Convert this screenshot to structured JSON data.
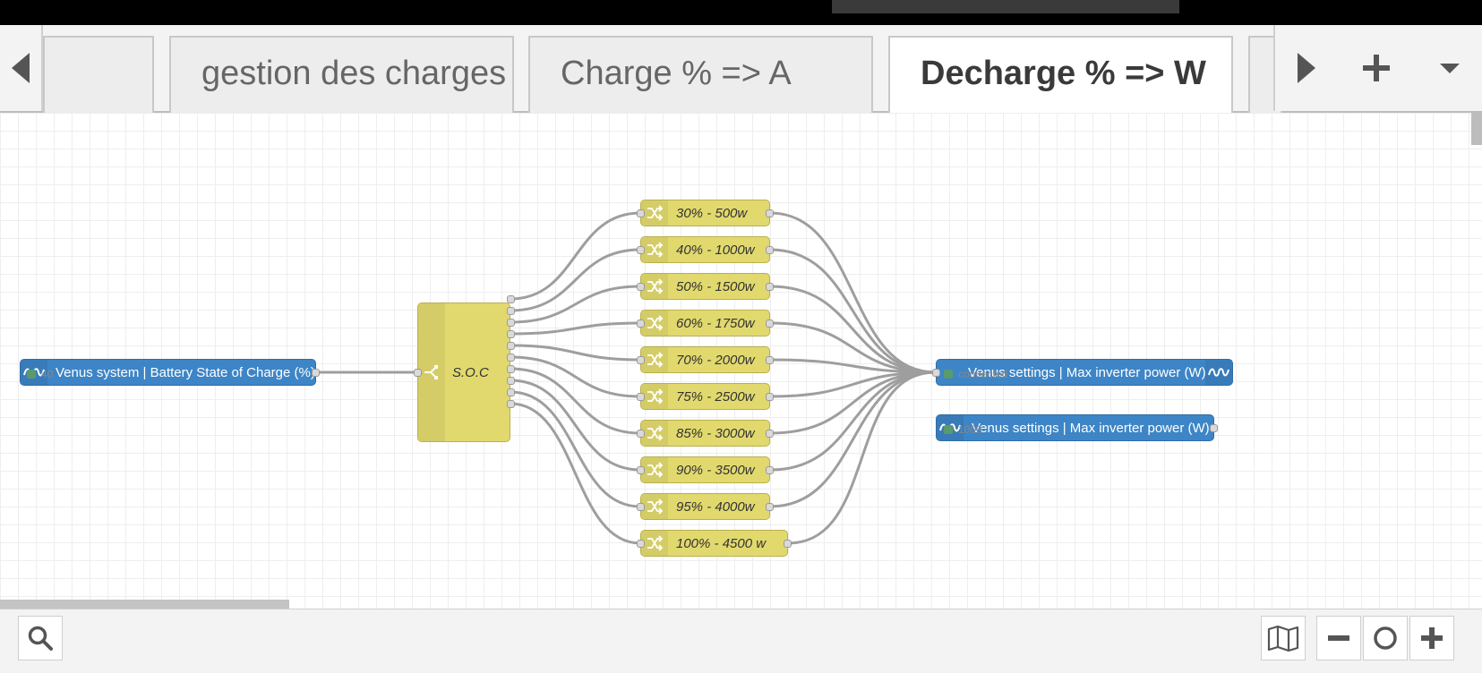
{
  "tabs": [
    {
      "label": ""
    },
    {
      "label": "gestion des charges"
    },
    {
      "label": "Charge % => A"
    },
    {
      "label": "Decharge % => W"
    },
    {
      "label": ""
    }
  ],
  "nodes": {
    "input": {
      "label": "Venus system | Battery State of Charge (%)",
      "status": "40"
    },
    "switch": {
      "label": "S.O.C"
    },
    "changes": [
      {
        "label": "30% - 500w"
      },
      {
        "label": "40% - 1000w"
      },
      {
        "label": "50% - 1500w"
      },
      {
        "label": "60% - 1750w"
      },
      {
        "label": "70% - 2000w"
      },
      {
        "label": "75% - 2500w"
      },
      {
        "label": "85% - 3000w"
      },
      {
        "label": "90% - 3500w"
      },
      {
        "label": "95% - 4000w"
      },
      {
        "label": "100% - 4500 w"
      }
    ],
    "output": {
      "label": "Venus settings | Max inverter power (W)",
      "status": "connected"
    },
    "input2": {
      "label": "Venus settings | Max inverter power (W)",
      "status": "1000"
    }
  },
  "colors": {
    "victron_node": "#3d85c6",
    "change_node": "#e2d96e",
    "status_ok": "#5a9a6e",
    "wire": "#9e9e9e"
  },
  "icons": {
    "tab_scroll_left": "triangle-left-icon",
    "tab_scroll_right": "triangle-right-icon",
    "add_tab": "plus-icon",
    "tab_menu": "chevron-down-icon",
    "search": "search-icon",
    "navigator": "map-icon",
    "zoom_out": "minus-icon",
    "zoom_reset": "circle-icon",
    "zoom_in": "plus-icon",
    "victron": "victron-logo-icon",
    "change": "shuffle-icon",
    "switch": "switch-icon"
  }
}
